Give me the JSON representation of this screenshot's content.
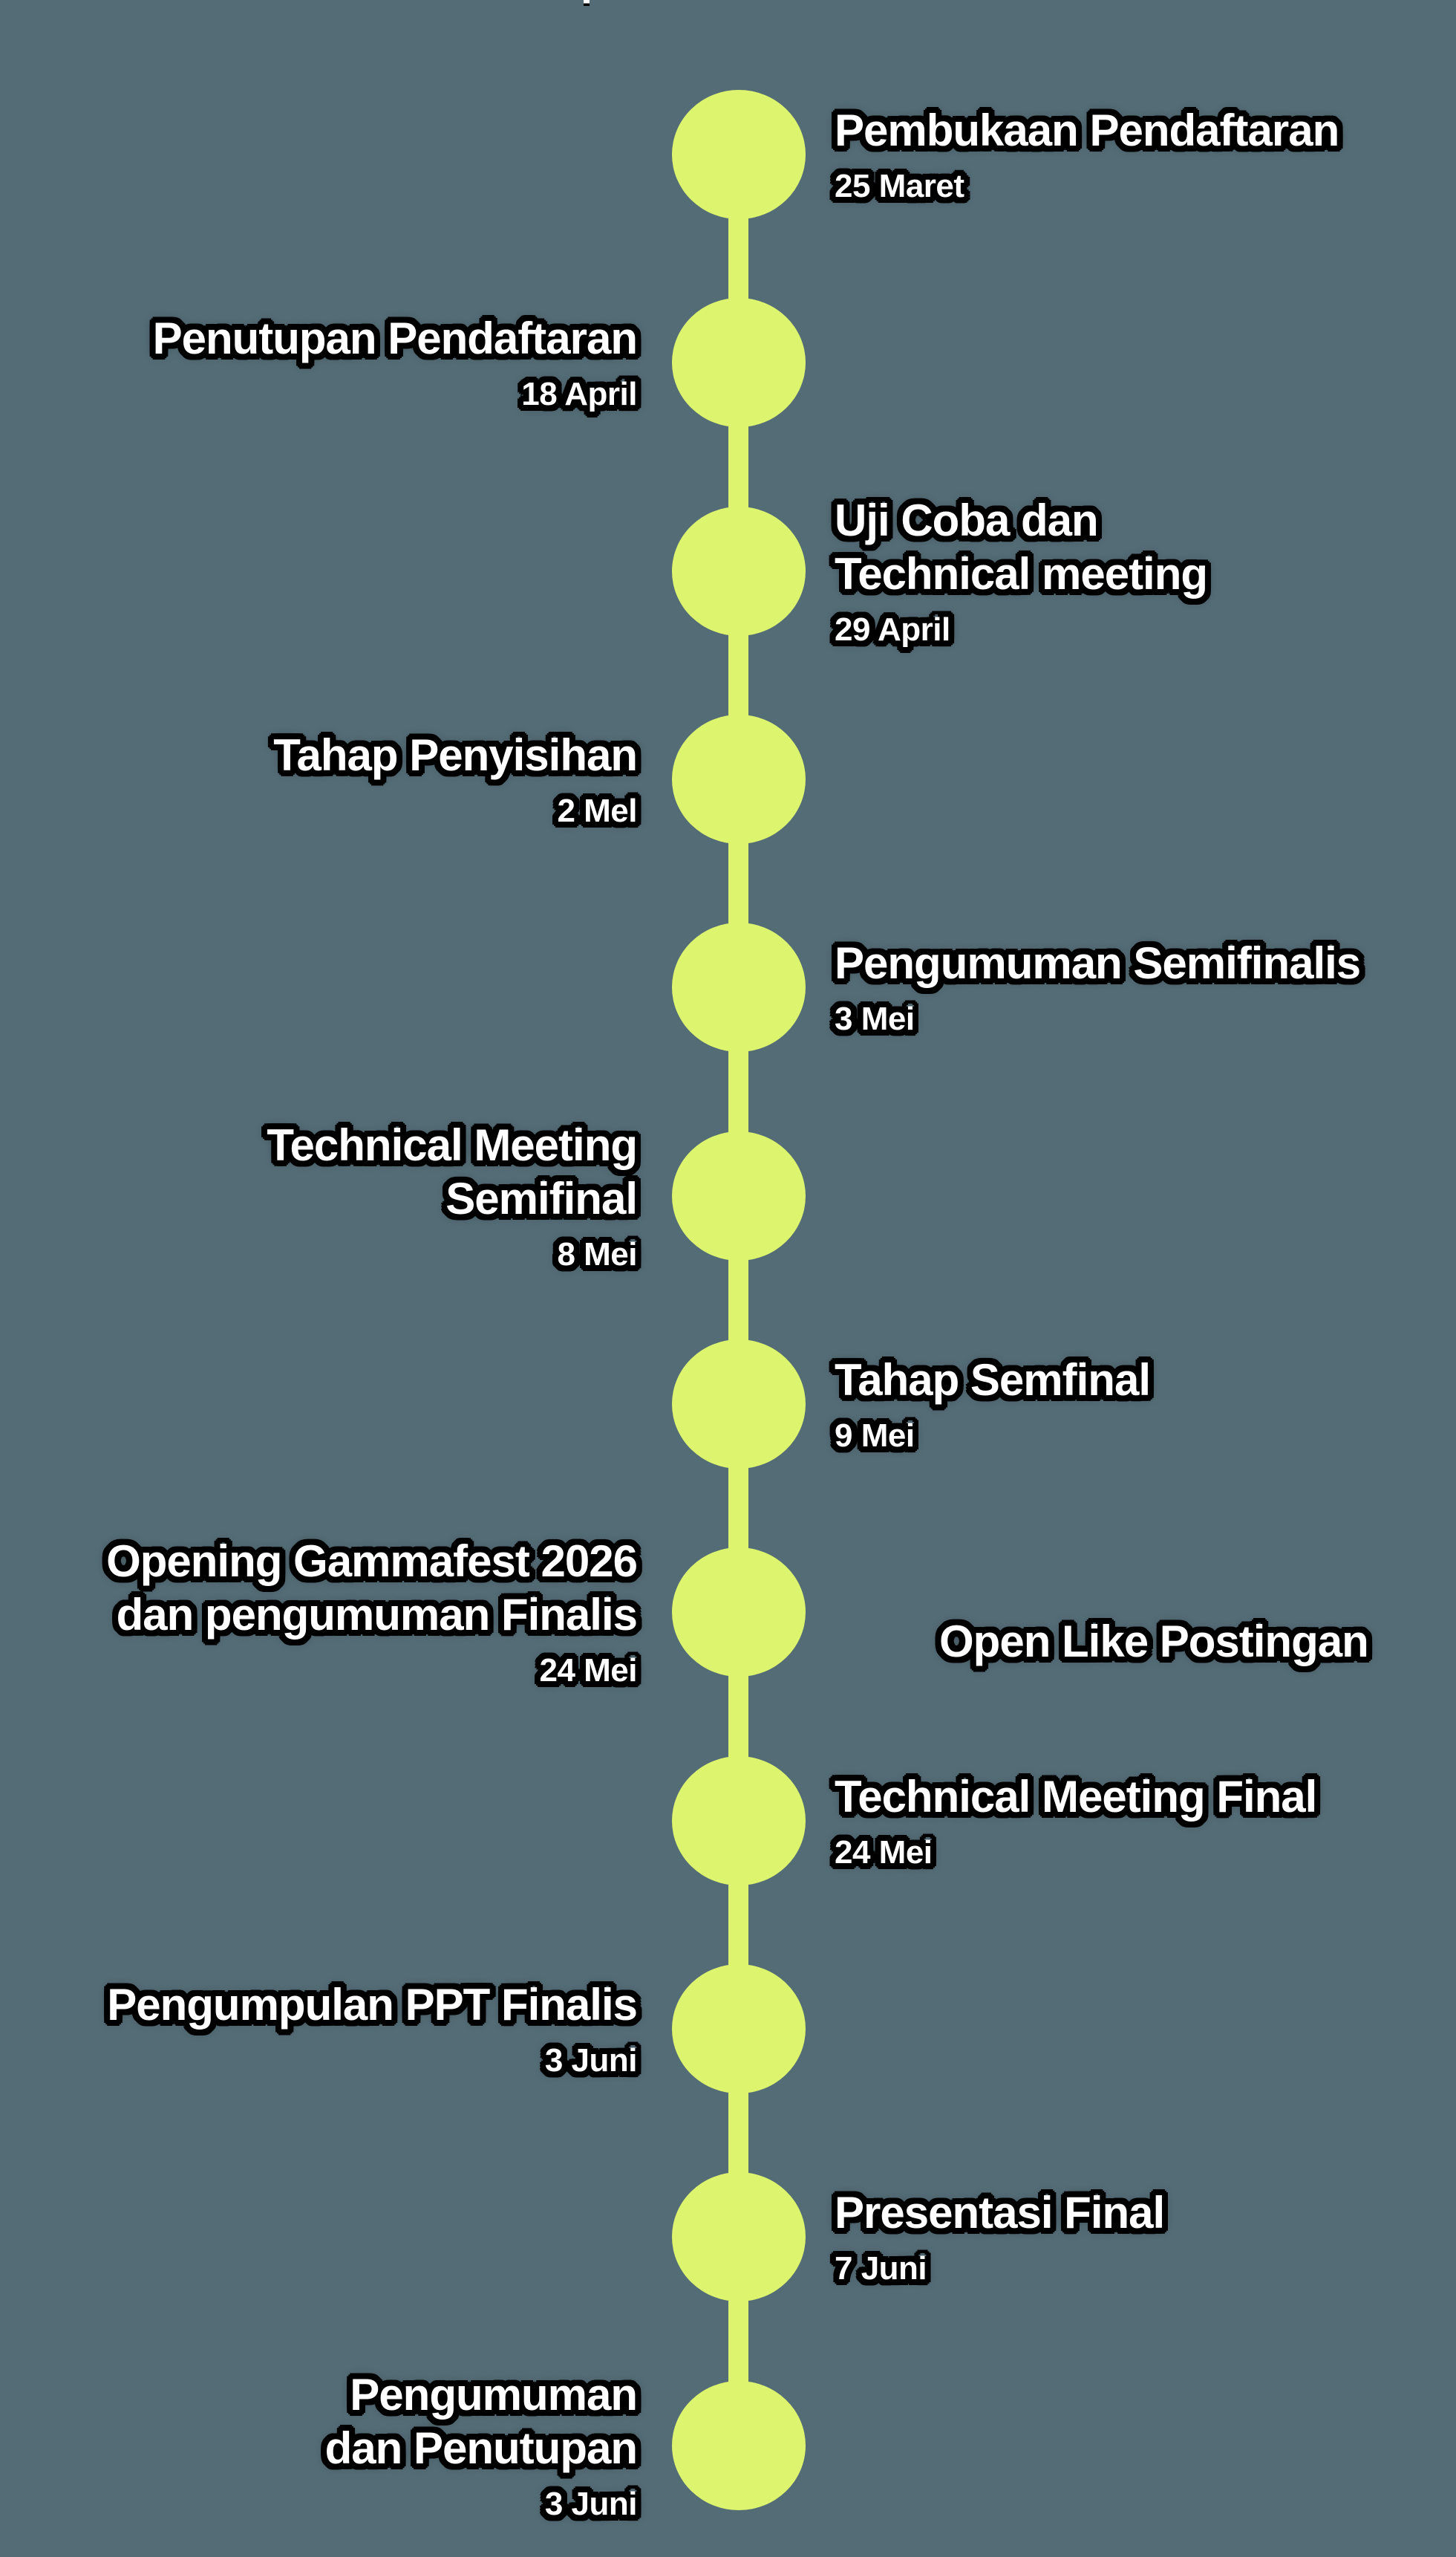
{
  "page": {
    "background_color": "#546C76",
    "accent_color": "#DDF56E",
    "text_color": "#FFFFFF",
    "text_outline_color": "#000000"
  },
  "timeline": {
    "node_count": 12,
    "events": [
      {
        "side": "right",
        "title_lines": [
          "Pembukaan Pendaftaran"
        ],
        "date": "25 Maret"
      },
      {
        "side": "left",
        "title_lines": [
          "Penutupan Pendaftaran"
        ],
        "date": "18 April"
      },
      {
        "side": "right",
        "title_lines": [
          "Uji Coba dan",
          "Technical meeting"
        ],
        "date": "29 April"
      },
      {
        "side": "left",
        "title_lines": [
          "Tahap Penyisihan"
        ],
        "date": "2 Mel"
      },
      {
        "side": "right",
        "title_lines": [
          "Pengumuman Semifinalis"
        ],
        "date": "3 Mei"
      },
      {
        "side": "left",
        "title_lines": [
          "Technical Meeting",
          "Semifinal"
        ],
        "date": "8 Mei"
      },
      {
        "side": "right",
        "title_lines": [
          "Tahap Semfinal"
        ],
        "date": "9 Mei"
      },
      {
        "side": "left",
        "title_lines": [
          "Opening Gammafest 2026",
          "dan pengumuman Finalis"
        ],
        "date": "24 Mei",
        "extra_right_label": "Open Like Postingan"
      },
      {
        "side": "right",
        "title_lines": [
          "Technical Meeting Final"
        ],
        "date": "24 Mei"
      },
      {
        "side": "left",
        "title_lines": [
          "Pengumpulan PPT Finalis"
        ],
        "date": "3 Juni"
      },
      {
        "side": "right",
        "title_lines": [
          "Presentasi Final"
        ],
        "date": "7 Juni"
      },
      {
        "side": "left",
        "title_lines": [
          "Pengumuman",
          "dan Penutupan"
        ],
        "date": "3 Juni"
      }
    ]
  }
}
